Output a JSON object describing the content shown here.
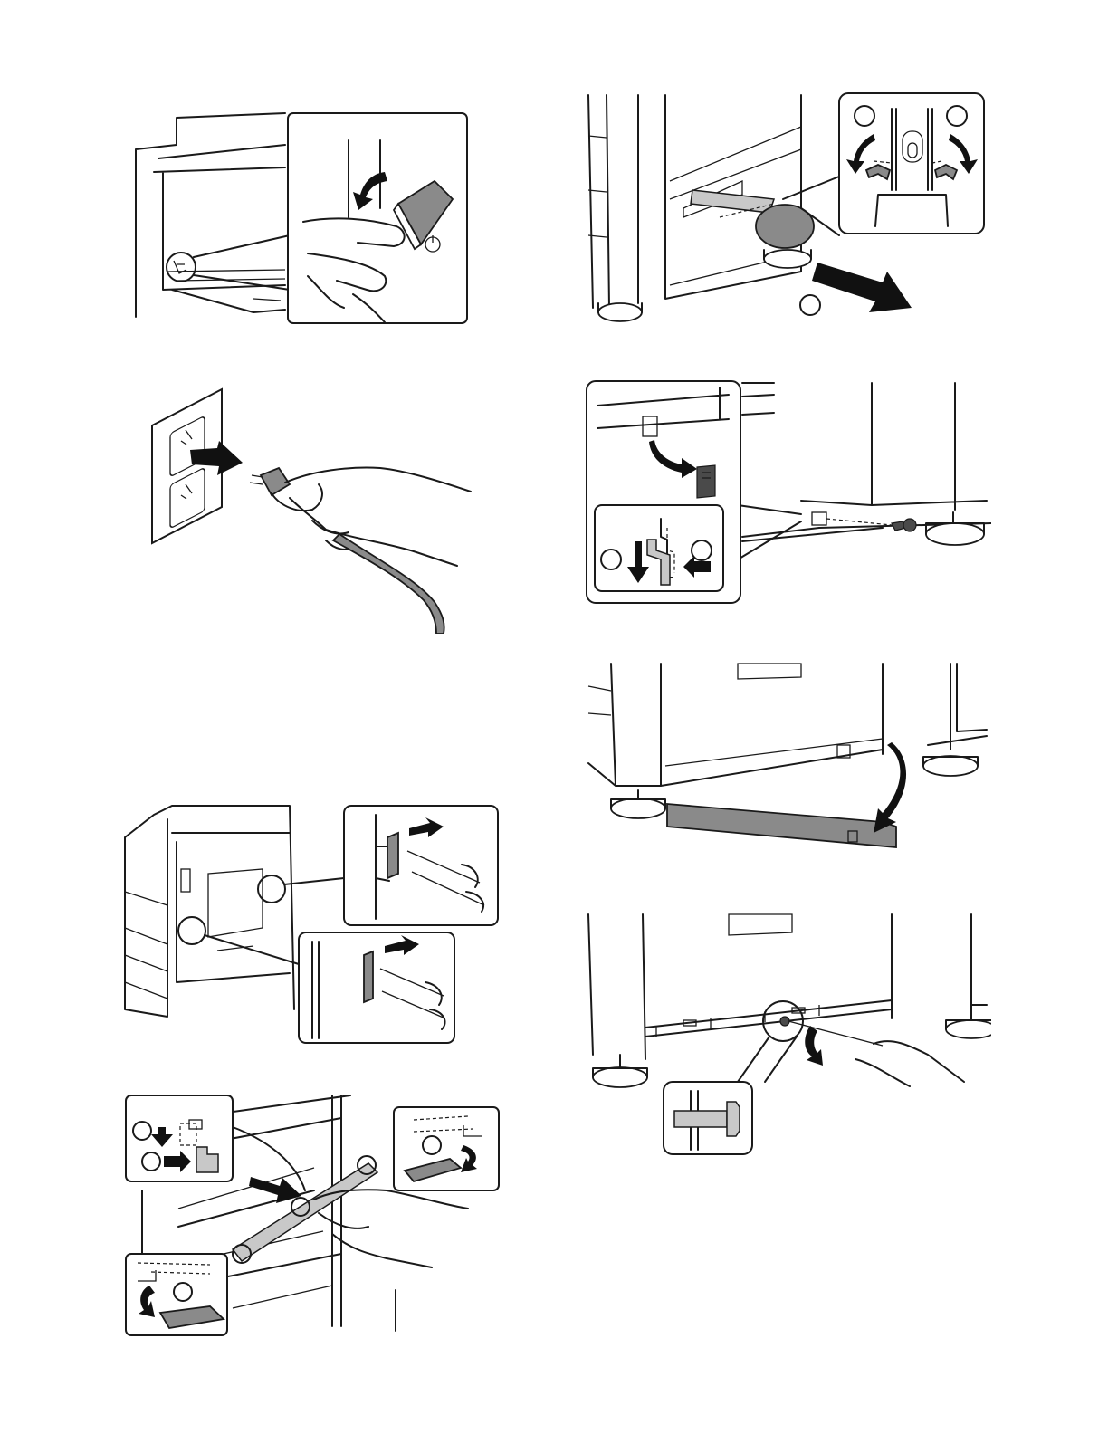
{
  "page": {
    "figures": [
      {
        "id": "power-switch-off",
        "icon": "power-icon"
      },
      {
        "id": "unplug-power-cord",
        "icon": "plug-icon"
      },
      {
        "id": "remove-rear-brackets",
        "icon": "screw-icon"
      },
      {
        "id": "release-connecting-rod",
        "icon": "rod-icon"
      },
      {
        "id": "pull-out-adjuster-foot",
        "icon": "foot-icon"
      },
      {
        "id": "attach-side-bracket",
        "icon": "bracket-icon"
      },
      {
        "id": "remove-skirt-plate",
        "icon": "plate-icon"
      },
      {
        "id": "fasten-screw",
        "icon": "screwdriver-icon"
      }
    ],
    "colors": {
      "line": "#1a1a1a",
      "fill_gray": "#8a8a8a",
      "footer_link": "#3a4fb0"
    }
  }
}
